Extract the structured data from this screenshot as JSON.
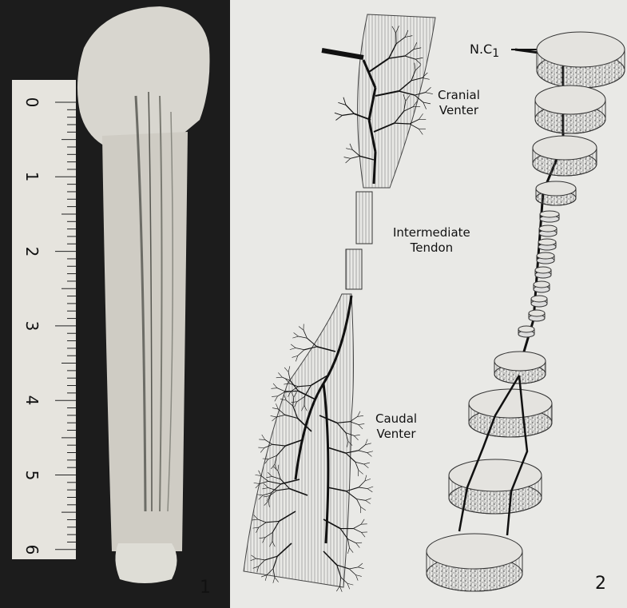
{
  "figure1": {
    "number": "1",
    "ruler_ticks": [
      "0",
      "1",
      "2",
      "3",
      "4",
      "5",
      "6"
    ]
  },
  "figure2": {
    "number": "2",
    "labels": {
      "cranial": [
        "Cranial",
        "Venter"
      ],
      "intermediate": [
        "Intermediate",
        "Tendon"
      ],
      "caudal": [
        "Caudal",
        "Venter"
      ],
      "nerve": "N.C",
      "nerve_sub": "1"
    }
  },
  "colors": {
    "background": "#e9e9e6",
    "photo_bg": "#1c1c1c",
    "ink": "#111111"
  }
}
